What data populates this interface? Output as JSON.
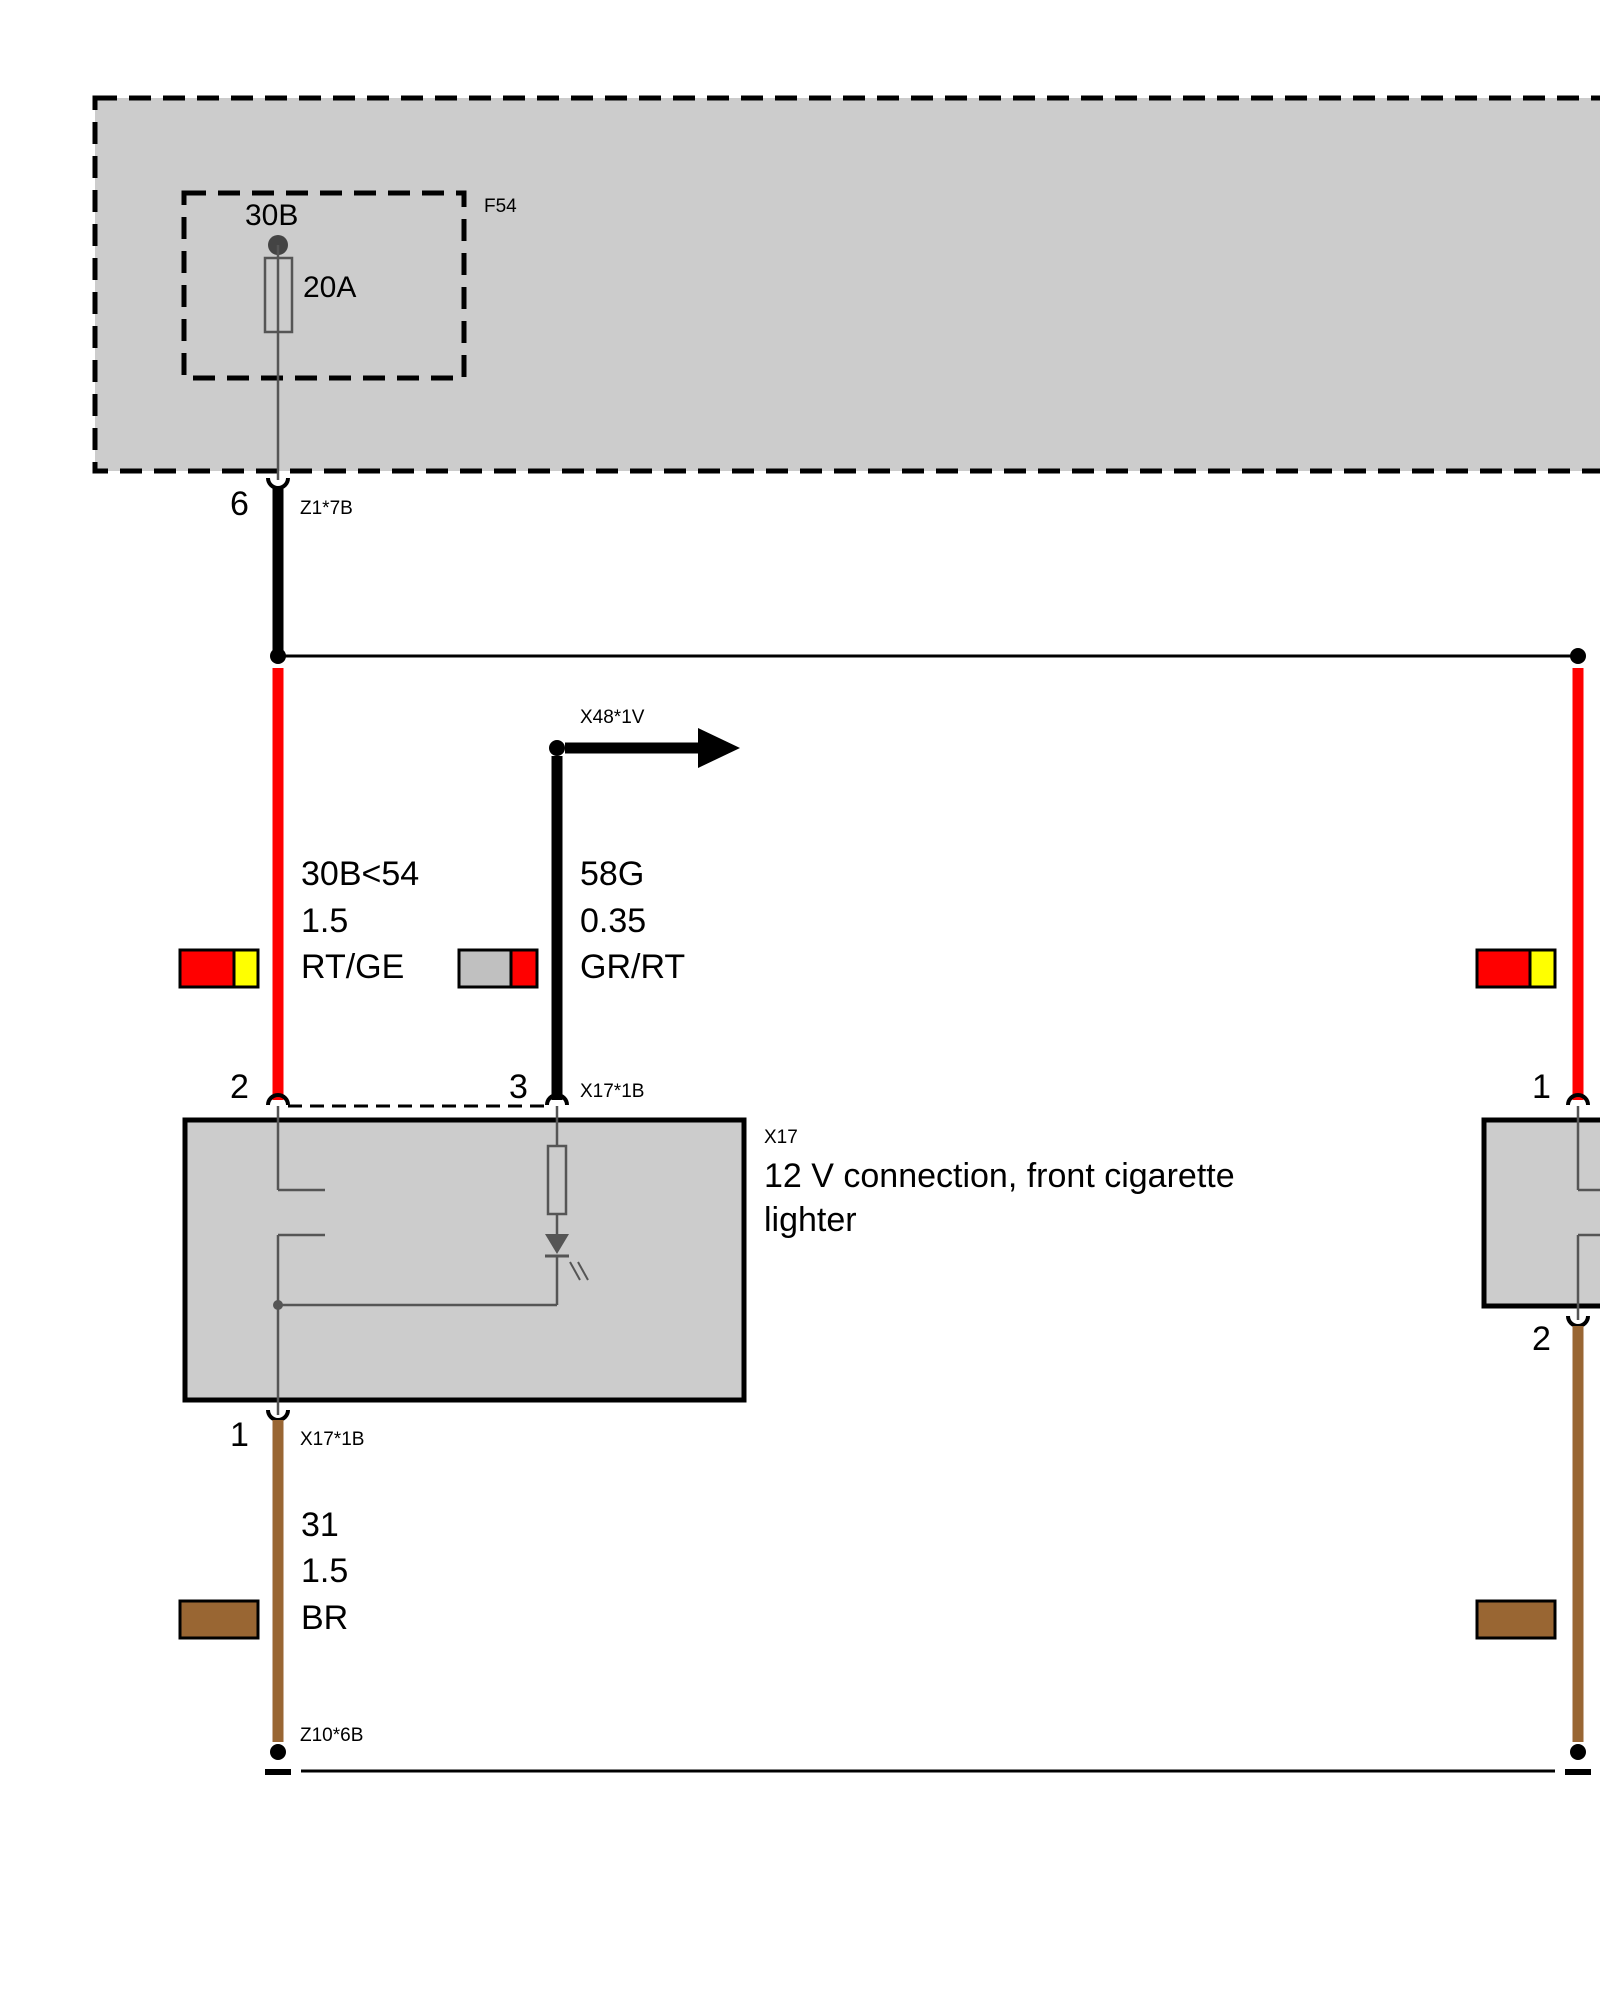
{
  "fuse_block": {
    "name": "F54",
    "terminal": "30B",
    "rating": "20A"
  },
  "connectors": {
    "z1": "Z1*7B",
    "x48": "X48*1V",
    "x17_top": "X17*1B",
    "x17_bottom": "X17*1B",
    "z10": "Z10*6B"
  },
  "pins": {
    "z1_pin": "6",
    "left_pin2": "2",
    "left_pin3": "3",
    "left_pin1": "1",
    "right_pin1": "1",
    "right_pin2": "2"
  },
  "component": {
    "code": "X17",
    "desc_line1": "12 V connection, front cigarette",
    "desc_line2": "lighter"
  },
  "wires": {
    "red": {
      "signal": "30B<54",
      "size": "1.5",
      "color_code": "RT/GE",
      "colors": [
        "#ff0000",
        "#ffff00"
      ]
    },
    "grey": {
      "signal": "58G",
      "size": "0.35",
      "color_code": "GR/RT",
      "colors": [
        "#c0c0c0",
        "#ff0000"
      ]
    },
    "brown": {
      "signal": "31",
      "size": "1.5",
      "color_code": "BR",
      "colors": [
        "#996633"
      ]
    }
  },
  "colors": {
    "module_fill": "#cccccc",
    "red_wire": "#ff0000",
    "brown_wire": "#996633",
    "black_wire": "#000000"
  }
}
